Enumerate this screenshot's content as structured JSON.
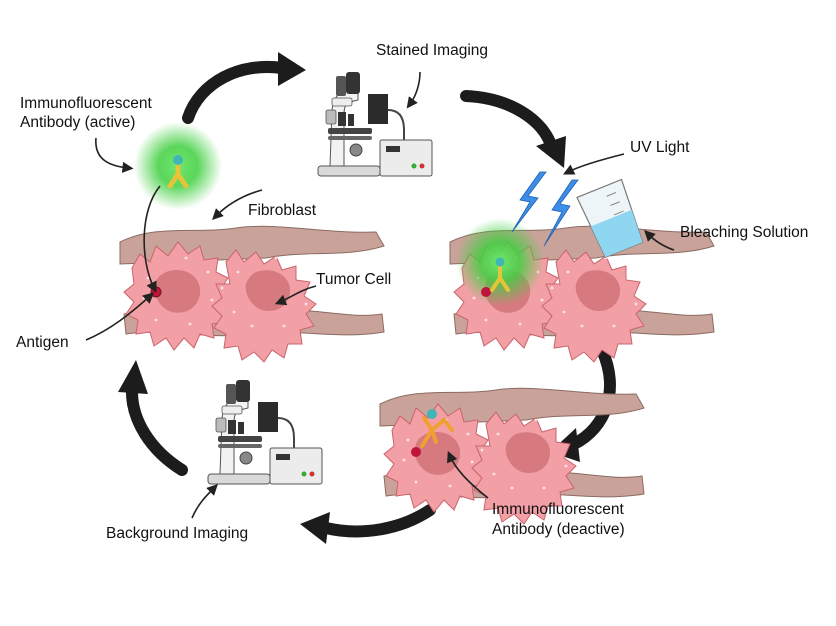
{
  "labels": {
    "immuno_active_line1": "Immunofluorescent",
    "immuno_active_line2": "Antibody (active)",
    "stained_imaging": "Stained Imaging",
    "uv_light": "UV Light",
    "fibroblast": "Fibroblast",
    "bleaching_solution": "Bleaching Solution",
    "tumor_cell": "Tumor Cell",
    "antigen": "Antigen",
    "immuno_deactive_line1": "Immunofluorescent",
    "immuno_deactive_line2": "Antibody (deactive)",
    "background_imaging": "Background Imaging"
  },
  "colors": {
    "cycle_arrow": "#1c1c1c",
    "tumor_cell_fill": "#f2a0a6",
    "tumor_nucleus": "#d67a80",
    "fibroblast_fill": "#c9a39a",
    "fluorescent_glow": "#4fd14f",
    "antibody_active": "#e6c43a",
    "antibody_deactive": "#f0a030",
    "antigen": "#c0143c",
    "uv_light": "#3d8ee8",
    "bleach_liquid": "#8fd6f0"
  },
  "icons": [
    "microscope-icon",
    "uv-light-icon",
    "beaker-icon",
    "antibody-icon",
    "antigen-icon"
  ]
}
